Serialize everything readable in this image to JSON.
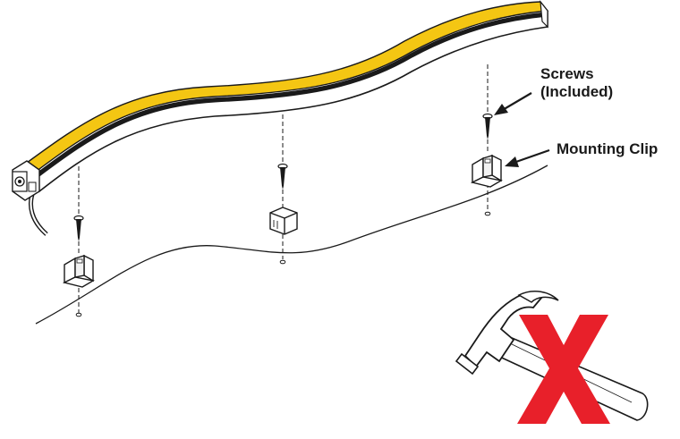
{
  "labels": {
    "screws_line1": "Screws",
    "screws_line2": "(Included)",
    "mounting_clip": "Mounting Clip"
  },
  "icons": {
    "hammer": "hammer-icon",
    "prohibited": "x-mark-icon"
  },
  "colors": {
    "strip_light": "#f4c613",
    "outline": "#1a1a1a",
    "x_mark": "#e8202a",
    "hammer_fill": "#ffffff"
  }
}
